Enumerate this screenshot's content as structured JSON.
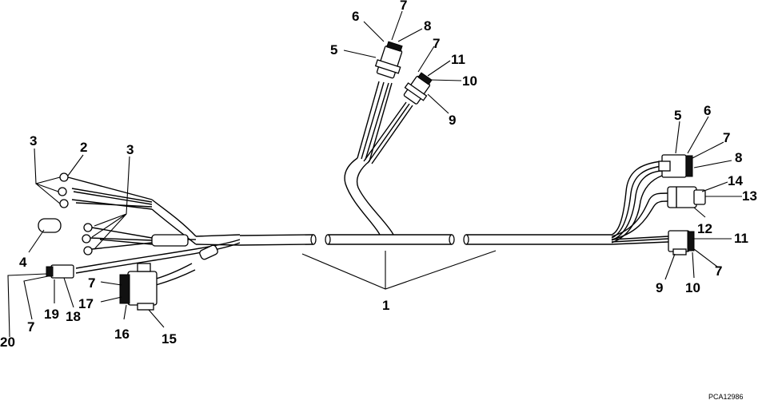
{
  "figure_code": "PCA12986",
  "callouts": {
    "c1": "1",
    "c2": "2",
    "c3a": "3",
    "c3b": "3",
    "c4": "4",
    "c5a": "5",
    "c6a": "6",
    "c7a": "7",
    "c8a": "8",
    "c7b": "7",
    "c11a": "11",
    "c10a": "10",
    "c9a": "9",
    "c5b": "5",
    "c6b": "6",
    "c7c": "7",
    "c8b": "8",
    "c14": "14",
    "c13": "13",
    "c12": "12",
    "c11b": "11",
    "c9b": "9",
    "c10b": "10",
    "c7d": "7",
    "c7e": "7",
    "c17": "17",
    "c16": "16",
    "c15": "15",
    "c20": "20",
    "c7f": "7",
    "c19": "19",
    "c18": "18"
  }
}
